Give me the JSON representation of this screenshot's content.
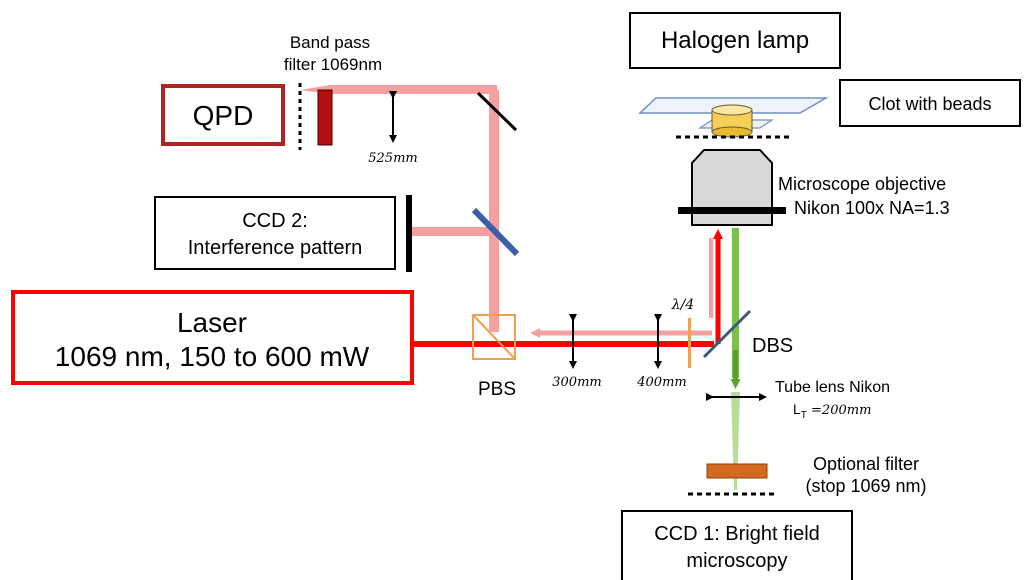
{
  "boxes": {
    "qpd": "QPD",
    "halogen": "Halogen lamp",
    "clot": "Clot with beads",
    "ccd2_line1": "CCD 2:",
    "ccd2_line2": "Interference pattern",
    "laser_line1": "Laser",
    "laser_line2": "1069 nm, 150 to 600 mW",
    "ccd1_line1": "CCD 1: Bright field",
    "ccd1_line2": "microscopy"
  },
  "labels": {
    "bandpass_line1": "Band pass",
    "bandpass_line2": "filter 1069nm",
    "lens_525": "525mm",
    "objective_line1": "Microscope objective",
    "objective_line2": "Nikon 100x NA=1.3",
    "quarter_wave": "λ/4",
    "dbs": "DBS",
    "pbs": "PBS",
    "lens_300": "300mm",
    "lens_400": "400mm",
    "tube_line1": "Tube lens Nikon",
    "tube_line2": "L",
    "tube_sub": "T",
    "tube_value": " =200mm",
    "filter_line1": "Optional filter",
    "filter_line2": "(stop 1069 nm)"
  },
  "colors": {
    "laser_red": "#ff0000",
    "beam_pink": "#f4a0a0",
    "qpd_border": "#b22222",
    "green_beam": "#7cc04a",
    "bandpass": "#b01010",
    "filter_orange": "#d2691e",
    "pbs_orange": "#f0a050",
    "mirror_blue": "#3a5ea8"
  }
}
